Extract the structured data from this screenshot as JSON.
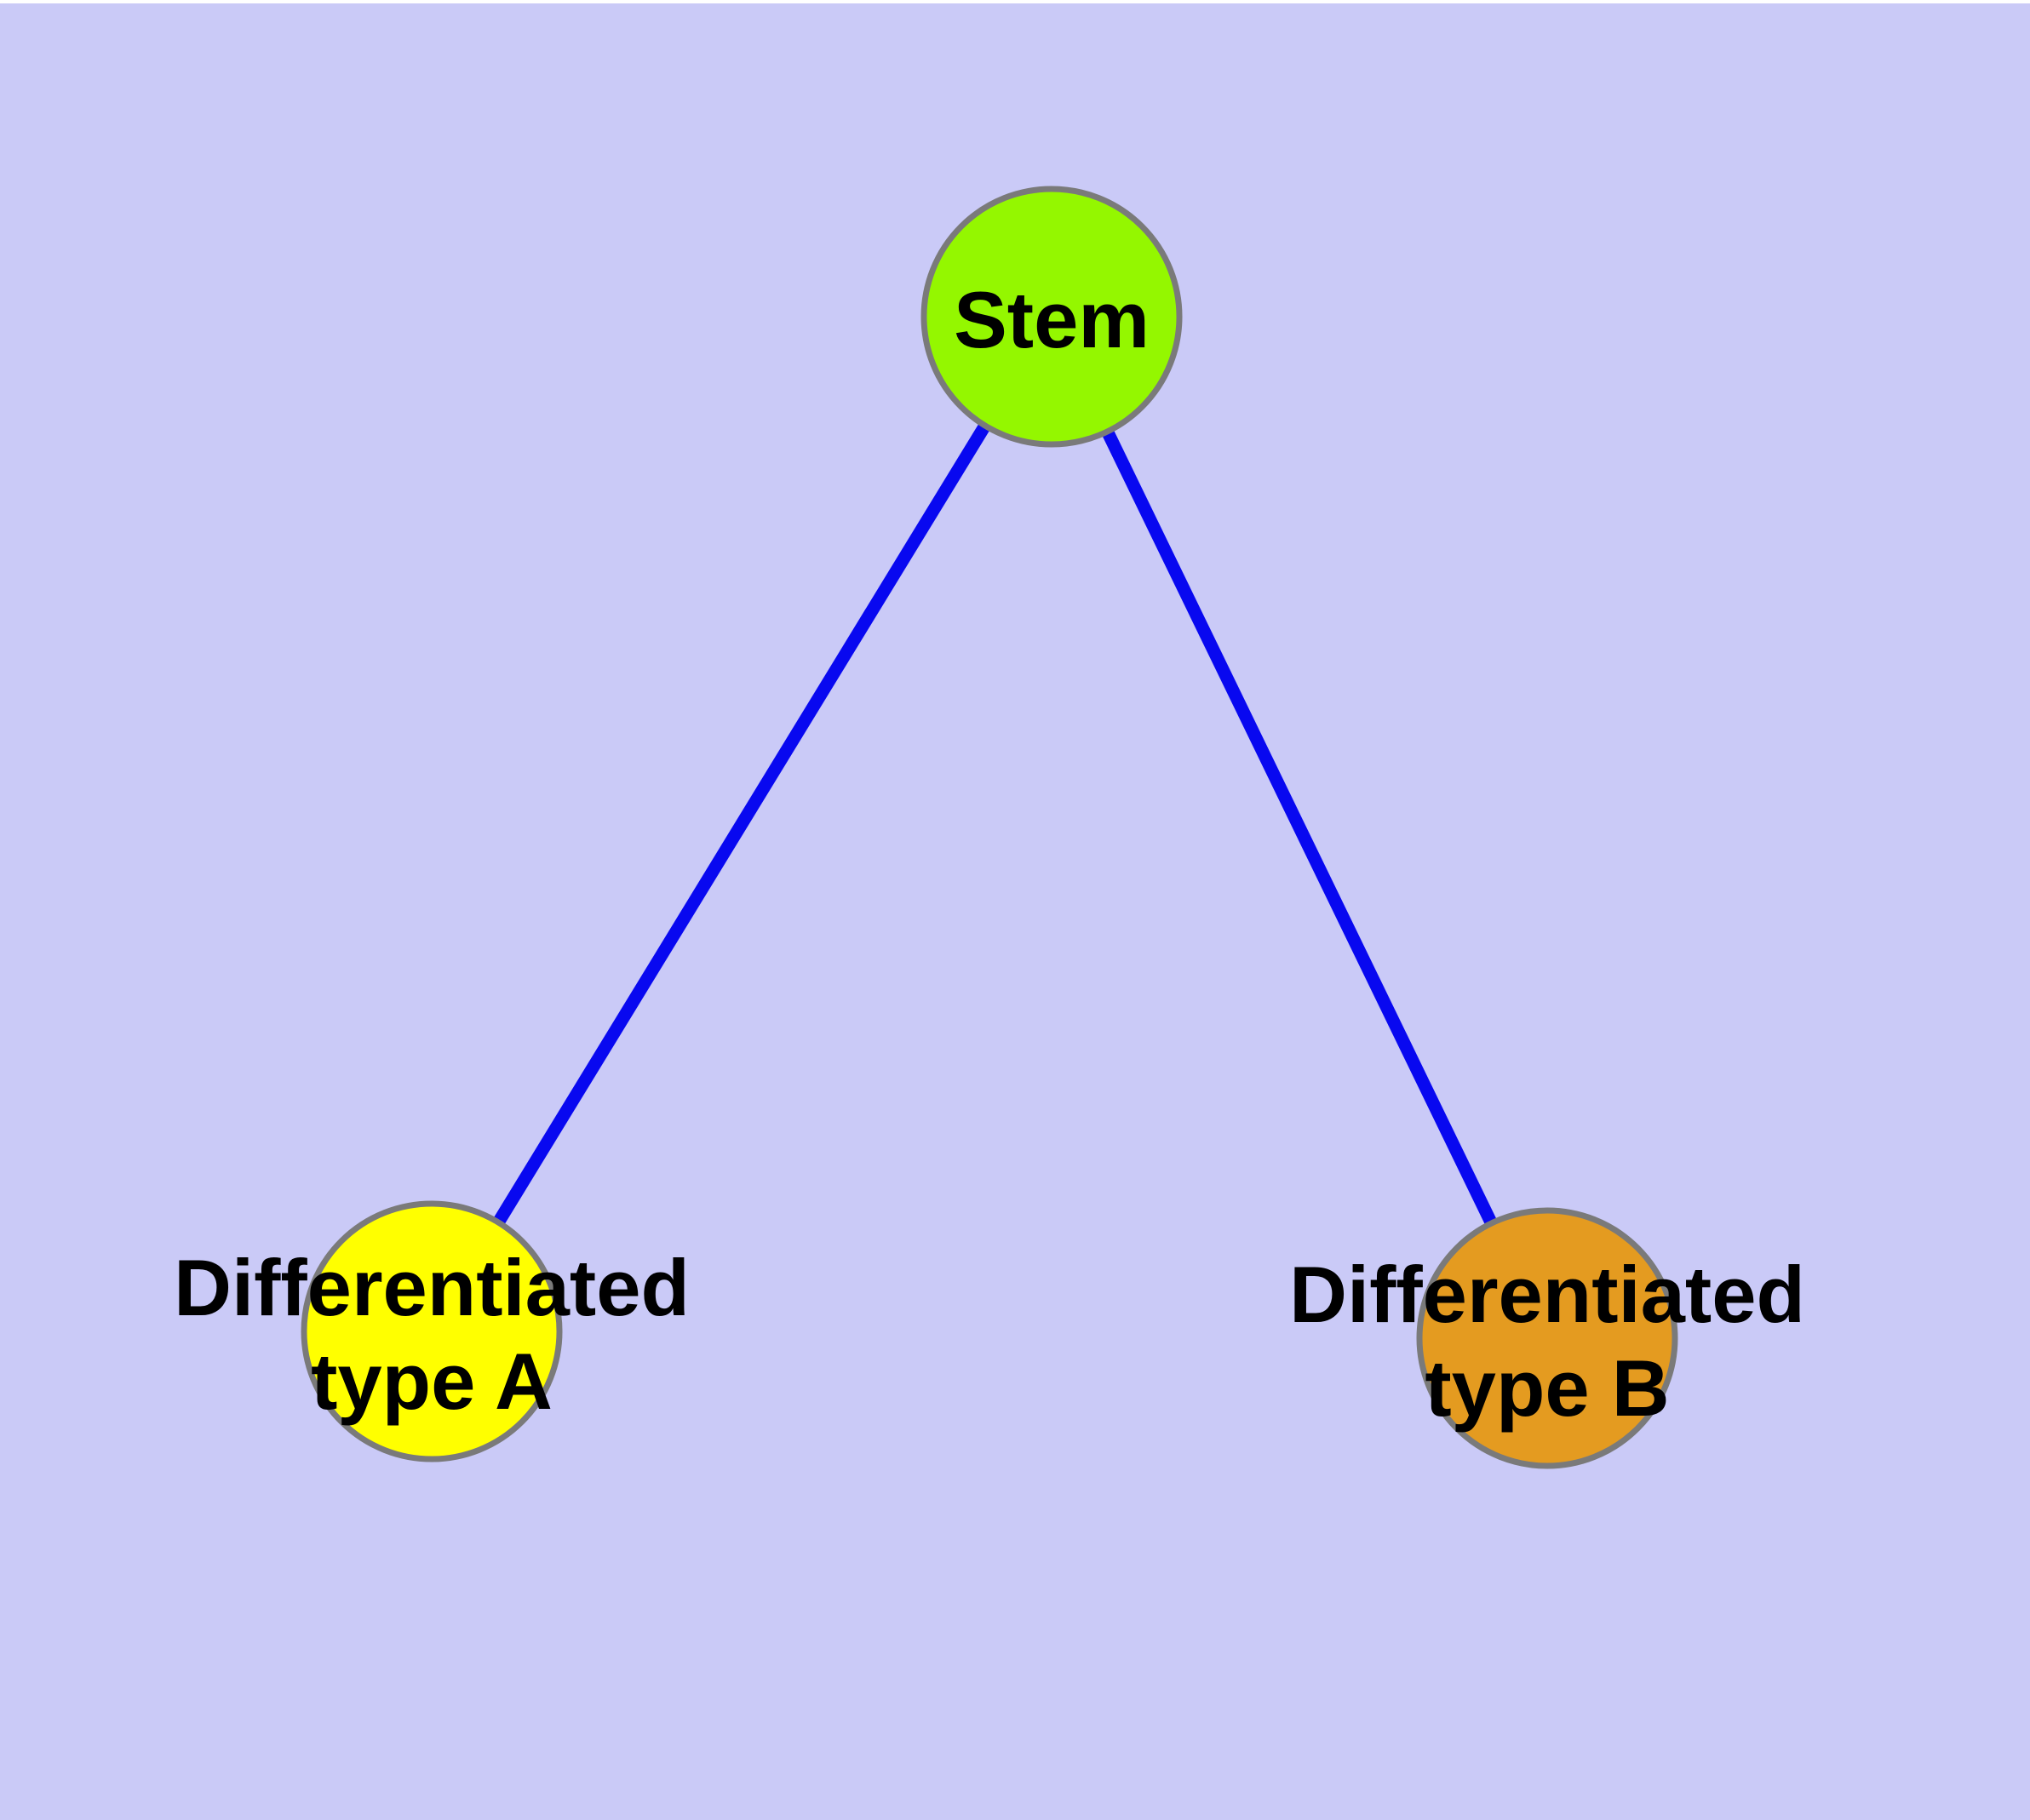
{
  "diagram": {
    "background_color": "#CACAF7",
    "top_edge_color": "#FFFFFF",
    "edge_color": "#0808F0",
    "node_border_color": "#7A7A7A",
    "label_color": "#000000",
    "nodes": {
      "stem": {
        "label": "Stem",
        "fill_color": "#94F700"
      },
      "type_a": {
        "label_line1": "Differentiated",
        "label_line2": "type A",
        "fill_color": "#FFFF00"
      },
      "type_b": {
        "label_line1": "Differentiated",
        "label_line2": "type B",
        "fill_color": "#E49B20"
      }
    },
    "edges": [
      {
        "from": "stem",
        "to": "type_a"
      },
      {
        "from": "stem",
        "to": "type_b"
      }
    ]
  }
}
